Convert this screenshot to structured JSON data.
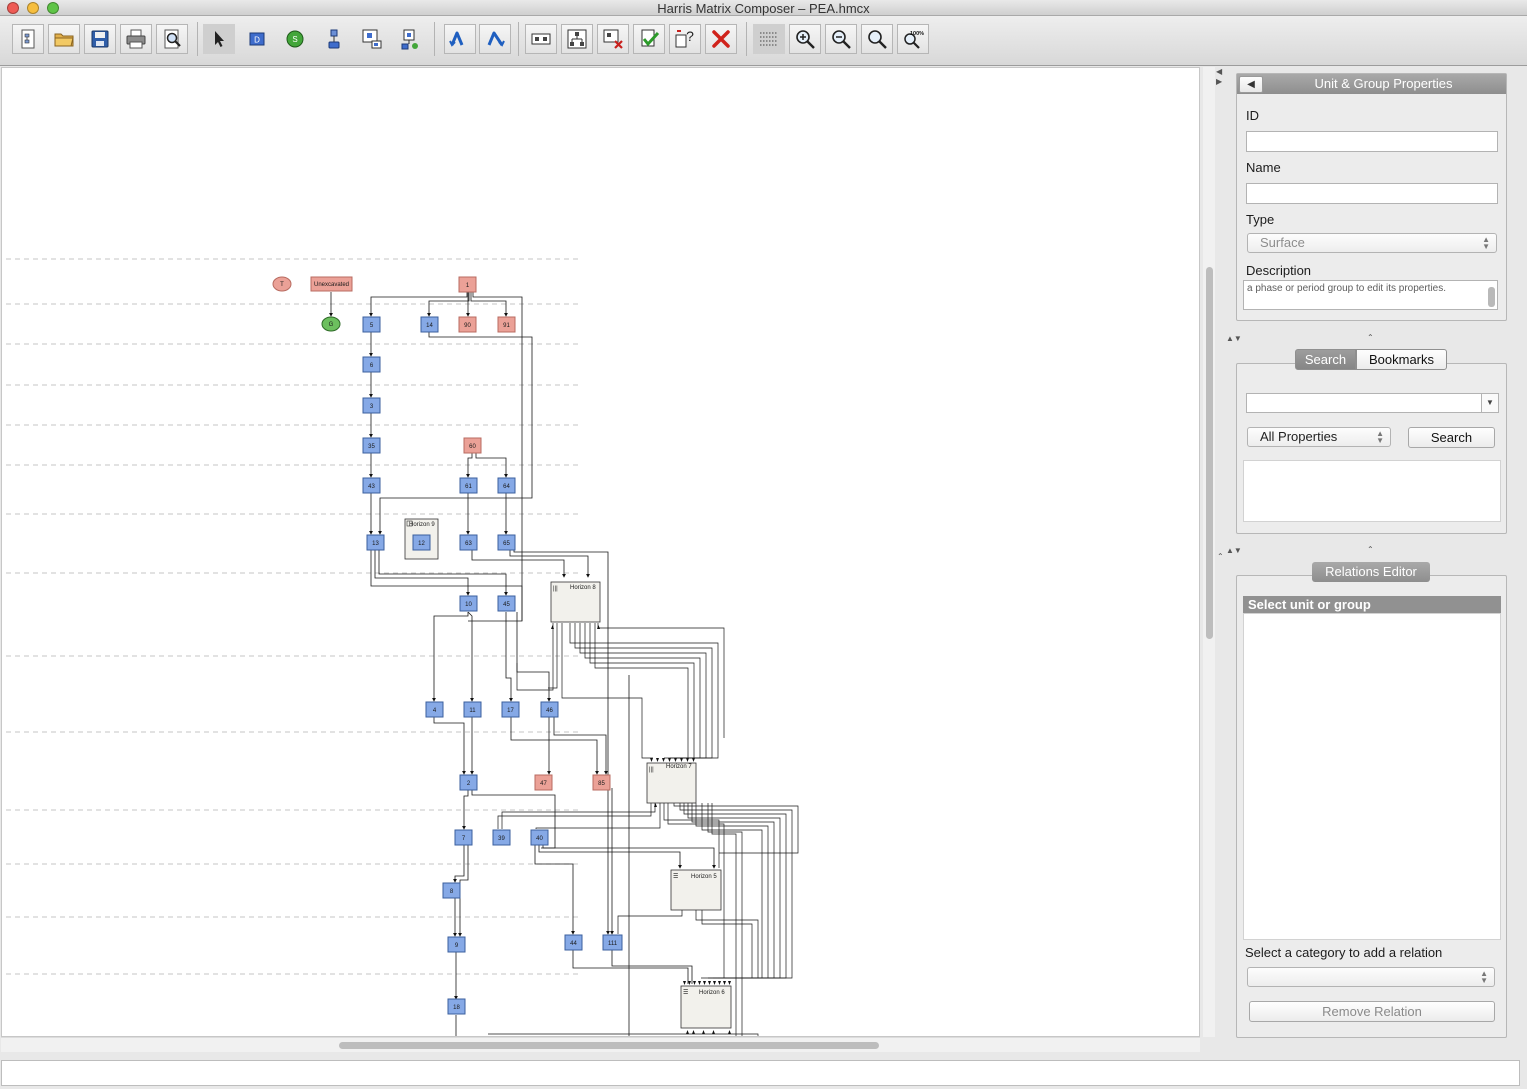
{
  "window": {
    "title": "Harris Matrix Composer – PEA.hmcx"
  },
  "toolbar": {
    "buttons": [
      "new-icon",
      "open-icon",
      "save-icon",
      "print-icon",
      "print-preview-icon",
      "select-tool-icon",
      "add-deposit-icon",
      "add-surface-icon",
      "add-unit-icon",
      "add-phase-icon",
      "add-period-icon",
      "undo-icon",
      "redo-icon",
      "group-icon",
      "layout-icon",
      "remove-from-group-icon",
      "validate-icon",
      "check-relations-icon",
      "delete-icon",
      "grid-icon",
      "zoom-in-icon",
      "zoom-out-icon",
      "zoom-fit-icon",
      "zoom-100-icon"
    ],
    "deposit_glyph": "D",
    "surface_glyph": "S",
    "zoom100_glyph": "100%"
  },
  "properties_panel": {
    "title": "Unit & Group Properties",
    "collapse_glyph": "◀",
    "id_label": "ID",
    "id_value": "",
    "name_label": "Name",
    "name_value": "",
    "type_label": "Type",
    "type_value": "Surface",
    "description_label": "Description",
    "description_value": "a phase or period group to edit its properties."
  },
  "search_panel": {
    "tab_search": "Search",
    "tab_bookmarks": "Bookmarks",
    "query_value": "",
    "scope_value": "All Properties",
    "search_button": "Search"
  },
  "relations_panel": {
    "title": "Relations Editor",
    "list_header": "Select unit or group",
    "category_label": "Select a category to add a relation",
    "category_value": "",
    "remove_button": "Remove Relation"
  },
  "colors": {
    "deposit": "#86a9e6",
    "deposit_border": "#3b5f9e",
    "feature": "#eba197",
    "feature_border": "#b86b60",
    "surface": "#6cbf5e",
    "group": "#f2f1ec",
    "panel_header": "#999999"
  },
  "matrix": {
    "units": [
      {
        "id": "T",
        "kind": "feature-ellipse"
      },
      {
        "id": "Unexcavated",
        "kind": "feature"
      },
      {
        "id": "1",
        "kind": "feature"
      },
      {
        "id": "G",
        "kind": "surface"
      },
      {
        "id": "5",
        "kind": "deposit"
      },
      {
        "id": "14",
        "kind": "deposit"
      },
      {
        "id": "90",
        "kind": "feature"
      },
      {
        "id": "91",
        "kind": "feature"
      },
      {
        "id": "6",
        "kind": "deposit"
      },
      {
        "id": "3",
        "kind": "deposit"
      },
      {
        "id": "35",
        "kind": "deposit"
      },
      {
        "id": "60",
        "kind": "feature"
      },
      {
        "id": "43",
        "kind": "deposit"
      },
      {
        "id": "61",
        "kind": "deposit"
      },
      {
        "id": "64",
        "kind": "deposit"
      },
      {
        "id": "13",
        "kind": "deposit"
      },
      {
        "id": "12",
        "kind": "deposit"
      },
      {
        "id": "63",
        "kind": "deposit"
      },
      {
        "id": "65",
        "kind": "deposit"
      },
      {
        "id": "10",
        "kind": "deposit"
      },
      {
        "id": "45",
        "kind": "deposit"
      },
      {
        "id": "4",
        "kind": "deposit"
      },
      {
        "id": "11",
        "kind": "deposit"
      },
      {
        "id": "17",
        "kind": "deposit"
      },
      {
        "id": "46",
        "kind": "deposit"
      },
      {
        "id": "2",
        "kind": "deposit"
      },
      {
        "id": "47",
        "kind": "feature"
      },
      {
        "id": "85",
        "kind": "feature"
      },
      {
        "id": "7",
        "kind": "deposit"
      },
      {
        "id": "39",
        "kind": "deposit"
      },
      {
        "id": "40",
        "kind": "deposit"
      },
      {
        "id": "8",
        "kind": "deposit"
      },
      {
        "id": "9",
        "kind": "deposit"
      },
      {
        "id": "44",
        "kind": "deposit"
      },
      {
        "id": "111",
        "kind": "deposit"
      },
      {
        "id": "18",
        "kind": "deposit"
      }
    ],
    "groups": [
      {
        "label": "Horizon 9"
      },
      {
        "label": "Horizon 8"
      },
      {
        "label": "Horizon 7"
      },
      {
        "label": "Horizon 5"
      },
      {
        "label": "Horizon 6"
      }
    ]
  }
}
